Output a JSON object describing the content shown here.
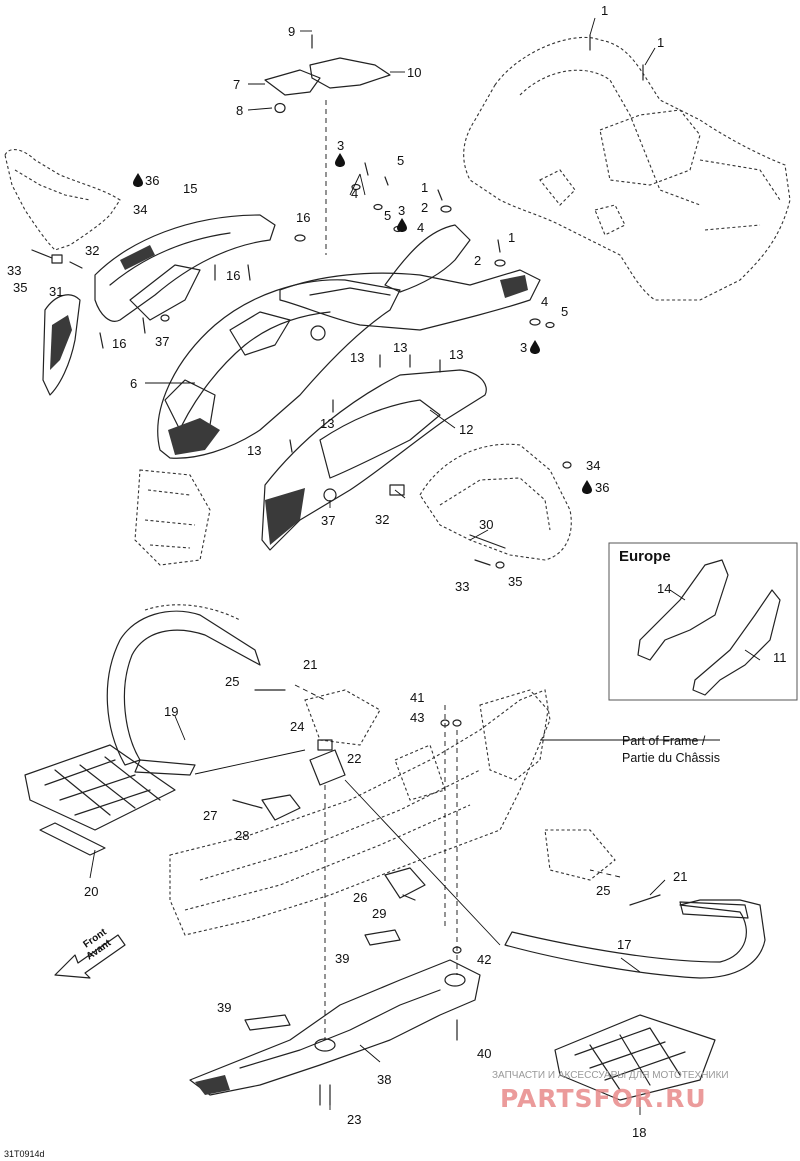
{
  "document_id": "31T0914d",
  "inset": {
    "title": "Europe",
    "callouts": [
      "14",
      "11"
    ]
  },
  "frame_label": {
    "line1": "Part of Frame /",
    "line2": "Partie du Châssis"
  },
  "front_arrow": {
    "line1": "Front",
    "line2": "Avant"
  },
  "watermark": {
    "caption": "ЗАПЧАСТИ И АКСЕССУАРЫ ДЛЯ МОТОТЕХНИКИ",
    "brand": "PARTSFOR.RU"
  },
  "callouts": [
    "1",
    "1",
    "1",
    "1",
    "2",
    "2",
    "3",
    "3",
    "3",
    "4",
    "4",
    "4",
    "5",
    "5",
    "5",
    "6",
    "7",
    "8",
    "9",
    "10",
    "12",
    "13",
    "13",
    "13",
    "13",
    "13",
    "15",
    "16",
    "16",
    "16",
    "17",
    "18",
    "19",
    "20",
    "21",
    "21",
    "22",
    "23",
    "24",
    "25",
    "25",
    "26",
    "27",
    "28",
    "29",
    "30",
    "31",
    "32",
    "32",
    "33",
    "33",
    "34",
    "34",
    "35",
    "35",
    "36",
    "36",
    "37",
    "37",
    "38",
    "39",
    "39",
    "40",
    "41",
    "42",
    "43"
  ],
  "icons": [
    "oil-drop-icon",
    "front-arrow-icon"
  ]
}
